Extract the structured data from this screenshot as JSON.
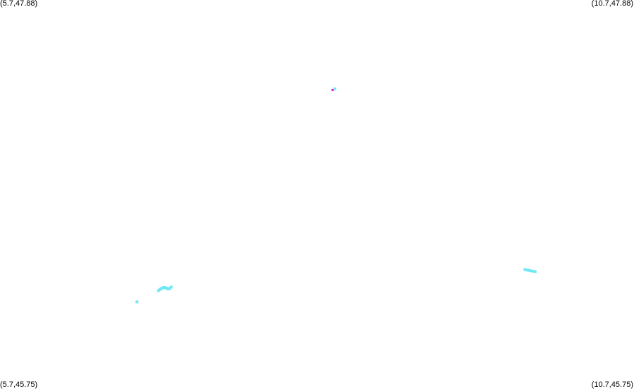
{
  "corners": {
    "top_left": "(5.7,47.88)",
    "top_right": "(10.7,47.88)",
    "bottom_left": "(5.7,45.75)",
    "bottom_right": "(10.7,45.75)"
  },
  "extent": {
    "lon_min": 5.7,
    "lon_max": 10.7,
    "lat_min": 45.75,
    "lat_max": 47.88
  },
  "colors": {
    "background": "#ffffff",
    "label_text": "#000000",
    "cyan": "#6fe8f6",
    "magenta": "#e21be2"
  },
  "markers": [
    {
      "lon": 8.323,
      "lat": 47.388,
      "color": "magenta"
    },
    {
      "lon": 8.34,
      "lat": 47.393,
      "color": "cyan"
    },
    {
      "lon": 6.95,
      "lat": 46.289,
      "color": "cyan"
    },
    {
      "lon": 6.961,
      "lat": 46.295,
      "color": "cyan"
    },
    {
      "lon": 6.972,
      "lat": 46.3,
      "color": "cyan"
    },
    {
      "lon": 6.983,
      "lat": 46.304,
      "color": "cyan"
    },
    {
      "lon": 6.994,
      "lat": 46.306,
      "color": "cyan"
    },
    {
      "lon": 7.005,
      "lat": 46.304,
      "color": "cyan"
    },
    {
      "lon": 7.016,
      "lat": 46.302,
      "color": "cyan"
    },
    {
      "lon": 7.027,
      "lat": 46.298,
      "color": "cyan"
    },
    {
      "lon": 7.038,
      "lat": 46.3,
      "color": "cyan"
    },
    {
      "lon": 7.049,
      "lat": 46.308,
      "color": "cyan"
    },
    {
      "lon": 6.78,
      "lat": 46.227,
      "color": "cyan"
    },
    {
      "lon": 9.84,
      "lat": 46.404,
      "color": "cyan"
    },
    {
      "lon": 9.86,
      "lat": 46.401,
      "color": "cyan"
    },
    {
      "lon": 9.88,
      "lat": 46.398,
      "color": "cyan"
    },
    {
      "lon": 9.9,
      "lat": 46.395,
      "color": "cyan"
    },
    {
      "lon": 9.92,
      "lat": 46.393,
      "color": "cyan"
    }
  ]
}
